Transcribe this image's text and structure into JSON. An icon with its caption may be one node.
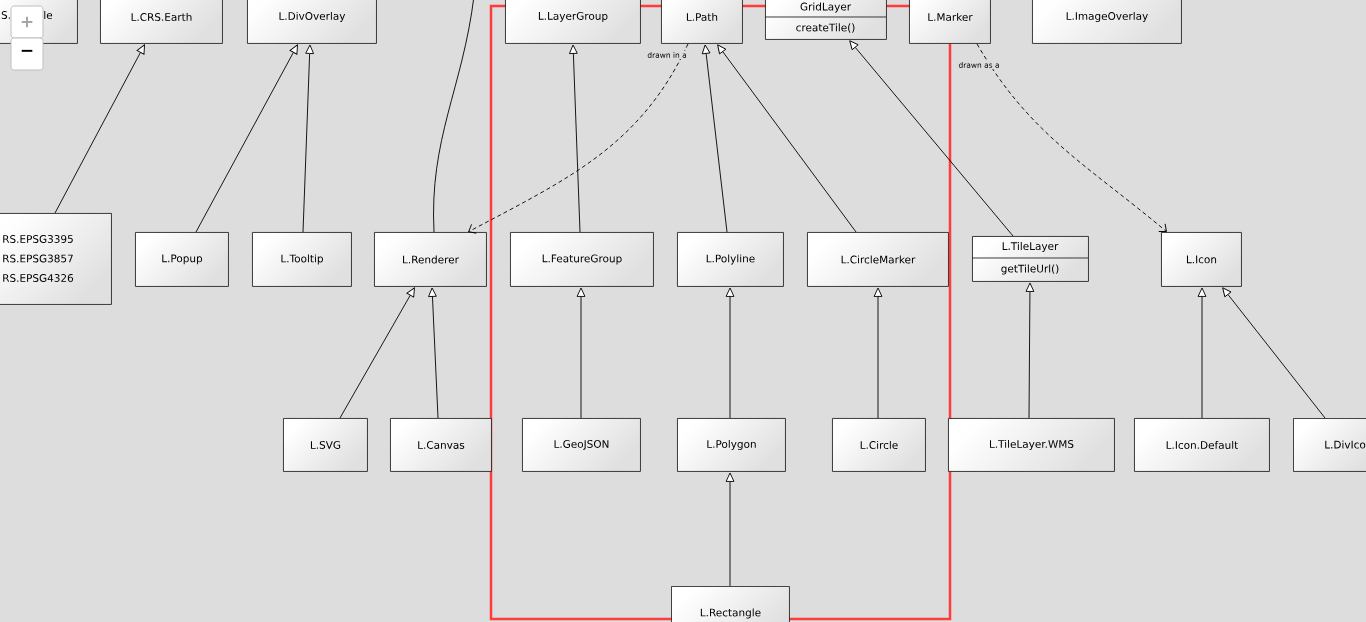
{
  "diagram": {
    "nodes": [
      {
        "text": [
          "S.",
          "le"
        ]
      },
      {
        "text": [
          "L.CRS.Earth"
        ]
      },
      {
        "text": [
          "L.DivOverlay"
        ]
      },
      {
        "text": [
          "L.LayerGroup"
        ]
      },
      {
        "text": [
          "L.Path"
        ]
      },
      {
        "text": [
          "GridLayer",
          "createTile()"
        ]
      },
      {
        "text": [
          "L.Marker"
        ]
      },
      {
        "text": [
          "L.ImageOverlay"
        ]
      },
      {
        "text": [
          "RS.EPSG3395",
          "RS.EPSG3857",
          "RS.EPSG4326"
        ]
      },
      {
        "text": [
          "L.Popup"
        ]
      },
      {
        "text": [
          "L.Tooltip"
        ]
      },
      {
        "text": [
          "L.Renderer"
        ]
      },
      {
        "text": [
          "L.FeatureGroup"
        ]
      },
      {
        "text": [
          "L.Polyline"
        ]
      },
      {
        "text": [
          "L.CircleMarker"
        ]
      },
      {
        "text": [
          "L.TileLayer",
          "getTileUrl()"
        ]
      },
      {
        "text": [
          "L.Icon"
        ]
      },
      {
        "text": [
          "L.SVG"
        ]
      },
      {
        "text": [
          "L.Canvas"
        ]
      },
      {
        "text": [
          "L.GeoJSON"
        ]
      },
      {
        "text": [
          "L.Polygon"
        ]
      },
      {
        "text": [
          "L.Circle"
        ]
      },
      {
        "text": [
          "L.TileLayer.WMS"
        ]
      },
      {
        "text": [
          "L.Icon.Default"
        ]
      },
      {
        "text": [
          "L.DivIco"
        ]
      },
      {
        "text": [
          "L.Rectangle"
        ]
      }
    ],
    "edges": [
      {
        "from": 8,
        "to": 1,
        "arrow": "to"
      },
      {
        "from": 9,
        "to": 2,
        "arrow": "to"
      },
      {
        "from": 10,
        "to": 2,
        "arrow": "to"
      },
      {
        "from": null,
        "to": 11,
        "arrow": "none"
      },
      {
        "from": 4,
        "to": 11,
        "arrow": "to",
        "label": "drawn in a",
        "style": "dashed"
      },
      {
        "from": 12,
        "to": 3,
        "arrow": "to"
      },
      {
        "from": 13,
        "to": 4,
        "arrow": "to"
      },
      {
        "from": 14,
        "to": 4,
        "arrow": "to"
      },
      {
        "from": 15,
        "to": 5,
        "arrow": "to"
      },
      {
        "from": 6,
        "to": 16,
        "arrow": "to",
        "label": "drawn as a",
        "style": "dashed"
      },
      {
        "from": 17,
        "to": 11,
        "arrow": "to"
      },
      {
        "from": 18,
        "to": 11,
        "arrow": "to"
      },
      {
        "from": 19,
        "to": 12,
        "arrow": "to"
      },
      {
        "from": 20,
        "to": 13,
        "arrow": "to"
      },
      {
        "from": 21,
        "to": 14,
        "arrow": "to"
      },
      {
        "from": 22,
        "to": 15,
        "arrow": "to"
      },
      {
        "from": 23,
        "to": 16,
        "arrow": "to"
      },
      {
        "from": 24,
        "to": 16,
        "arrow": "to"
      },
      {
        "from": 25,
        "to": 20,
        "arrow": "to"
      }
    ],
    "labels": [
      "+",
      "−"
    ]
  }
}
